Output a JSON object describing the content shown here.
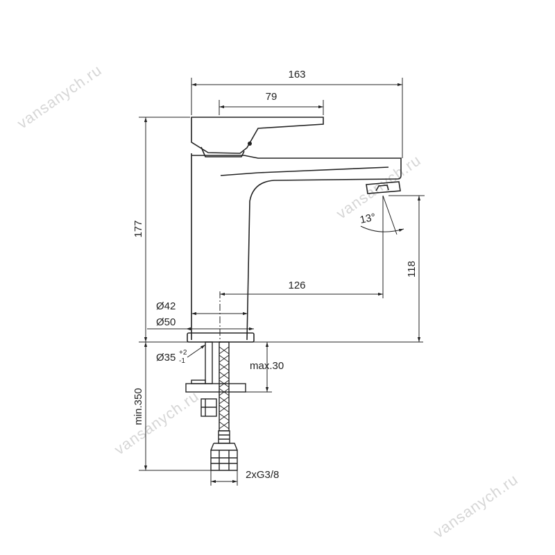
{
  "watermark": "vansanych.ru",
  "dimensions": {
    "total_length": "163",
    "handle_length": "79",
    "total_height": "177",
    "spout_reach": "126",
    "spout_height": "118",
    "angle": "13°",
    "dia_42": "Ø42",
    "dia_50": "Ø50",
    "dia_35": "Ø35",
    "dia_35_tol_plus": "+2",
    "dia_35_tol_minus": "-1",
    "max_thickness": "max.30",
    "min_hose": "min.350",
    "connection": "2xG3/8"
  },
  "colors": {
    "line": "#222222",
    "watermark": "#d6d6d6"
  }
}
